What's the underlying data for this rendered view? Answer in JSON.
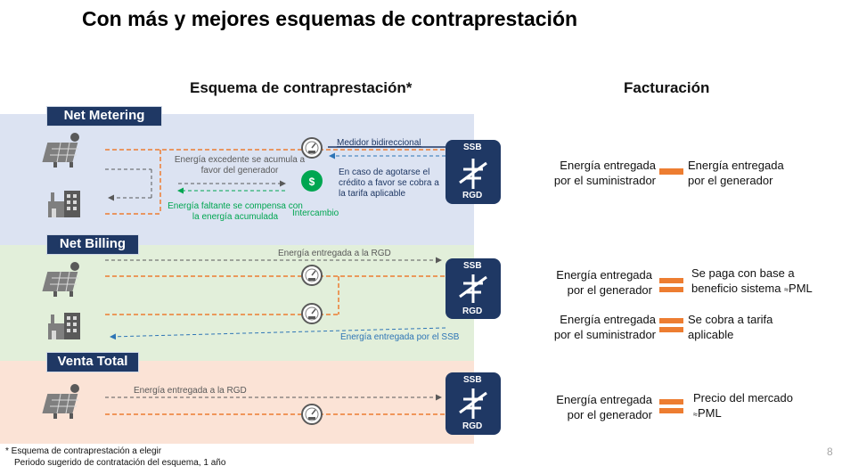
{
  "title": "Con más y mejores esquemas de contraprestación",
  "headers": {
    "left": "Esquema de contraprestación*",
    "right": "Facturación"
  },
  "sections": {
    "net_metering": {
      "label": "Net Metering",
      "meter_label": "Medidor bidireccional",
      "surplus_text": "Energía excedente se acumula a favor del generador",
      "shortfall_text": "Energía faltante se compensa con la energía acumulada",
      "credit_text": "En caso de agotarse el crédito a favor se cobra a la tarifa aplicable",
      "exchange_label": "Intercambio"
    },
    "net_billing": {
      "label": "Net Billing",
      "to_rgd": "Energía entregada a la RGD",
      "from_ssb": "Energía entregada por el SSB"
    },
    "venta_total": {
      "label": "Venta Total",
      "to_rgd": "Energía entregada a la RGD"
    }
  },
  "ssb_box": {
    "top": "SSB",
    "bottom": "RGD"
  },
  "billing": {
    "nm_left": "Energía entregada por el suministrador",
    "nm_right": "Energía entregada por el generador",
    "nb1_left": "Energía entregada por el generador",
    "nb1_right": "Se paga con base a beneficio sistema",
    "nb1_suffix": "PML",
    "nb2_left": "Energía entregada por el suministrador",
    "nb2_right": "Se cobra a tarifa aplicable",
    "vt_left": "Energía entregada por el generador",
    "vt_right": "Precio del mercado",
    "vt_suffix": "PML",
    "approx": "≈"
  },
  "footnote": {
    "line1": "* Esquema de contraprestación a elegir",
    "line2": "Periodo sugerido de contratación del esquema, 1 año"
  },
  "page_number": "8",
  "colors": {
    "band_nm": "#dce3f2",
    "band_nb": "#e2efda",
    "band_vt": "#fbe3d6",
    "label_bg": "#1f3864",
    "orange": "#ed7d31",
    "green": "#00a651"
  }
}
